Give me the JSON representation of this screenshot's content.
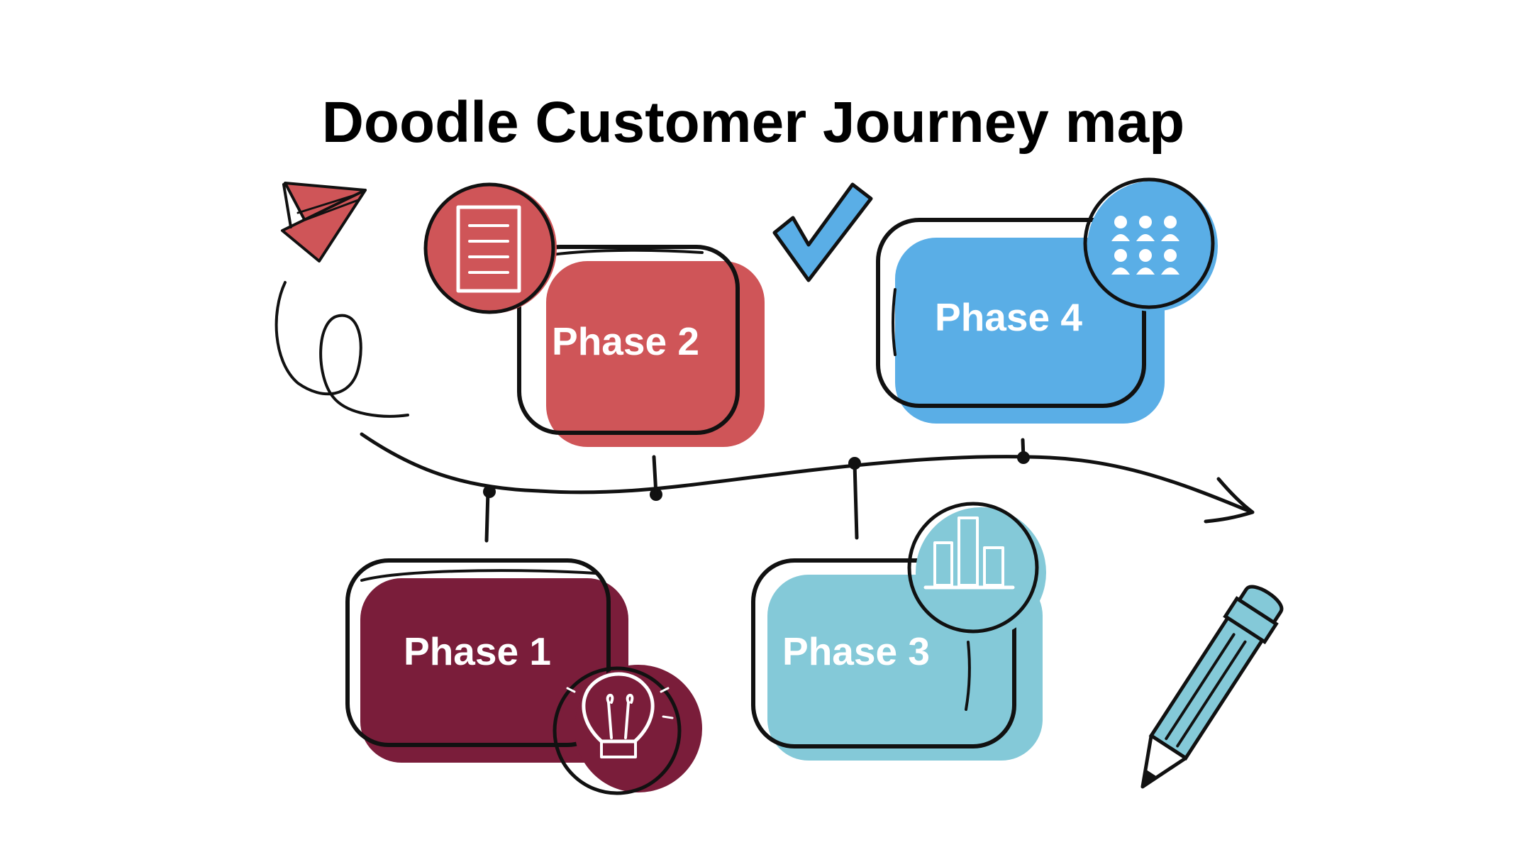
{
  "title": "Doodle Customer Journey map",
  "phases": [
    {
      "label": "Phase 1",
      "color": "#7a1d3a",
      "icon": "lightbulb-icon"
    },
    {
      "label": "Phase 2",
      "color": "#cf5558",
      "icon": "document-icon"
    },
    {
      "label": "Phase 3",
      "color": "#84c9d8",
      "icon": "bar-chart-icon"
    },
    {
      "label": "Phase 4",
      "color": "#5aaee6",
      "icon": "team-icon"
    }
  ],
  "decorations": [
    "paper-plane-icon",
    "checkmark-icon",
    "pencil-icon",
    "squiggle-doodle"
  ],
  "colors": {
    "ink": "#111111",
    "background": "#ffffff",
    "checkmark": "#5aaee6",
    "pencil": "#84c9d8",
    "plane": "#cf5558"
  }
}
